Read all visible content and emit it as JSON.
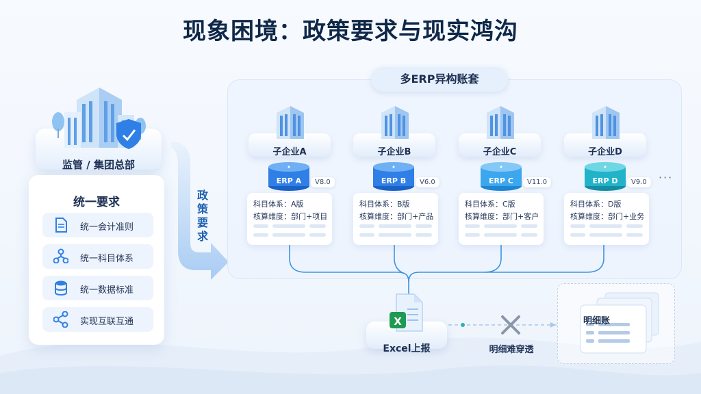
{
  "title": "现象困境：政策要求与现实鸿沟",
  "hq": {
    "label": "监管 / 集团总部",
    "requirements_title": "统一要求",
    "requirements": [
      {
        "label": "统一会计准则",
        "icon": "document-icon"
      },
      {
        "label": "统一科目体系",
        "icon": "hierarchy-icon"
      },
      {
        "label": "统一数据标准",
        "icon": "database-icon"
      },
      {
        "label": "实现互联互通",
        "icon": "share-icon"
      }
    ]
  },
  "policy_arrow_text": "政策要求",
  "erp_panel": {
    "title": "多ERP异构账套",
    "more": "···",
    "subsidiaries": [
      {
        "name": "子企业A",
        "erp": "ERP A",
        "version": "V8.0",
        "subject": "科目体系：A版",
        "dimension": "核算维度：部门+项目",
        "color": "#2f7fe6"
      },
      {
        "name": "子企业B",
        "erp": "ERP B",
        "version": "V6.0",
        "subject": "科目体系：B版",
        "dimension": "核算维度：部门+产品",
        "color": "#2f7fe6"
      },
      {
        "name": "子企业C",
        "erp": "ERP C",
        "version": "V11.0",
        "subject": "科目体系：C版",
        "dimension": "核算维度：部门+客户",
        "color": "#3ca6ee"
      },
      {
        "name": "子企业D",
        "erp": "ERP D",
        "version": "V9.0",
        "subject": "科目体系：D版",
        "dimension": "核算维度：部门+业务",
        "color": "#22b3c9"
      }
    ]
  },
  "excel": {
    "label": "Excel上报",
    "icon_letter": "X"
  },
  "penetration_text": "明细难穿透",
  "detail_ledger": {
    "label": "明细账"
  },
  "colors": {
    "accent": "#2f7fe6",
    "title": "#0f2747",
    "excel_green": "#1f9a52",
    "cross": "#8a96a8"
  }
}
